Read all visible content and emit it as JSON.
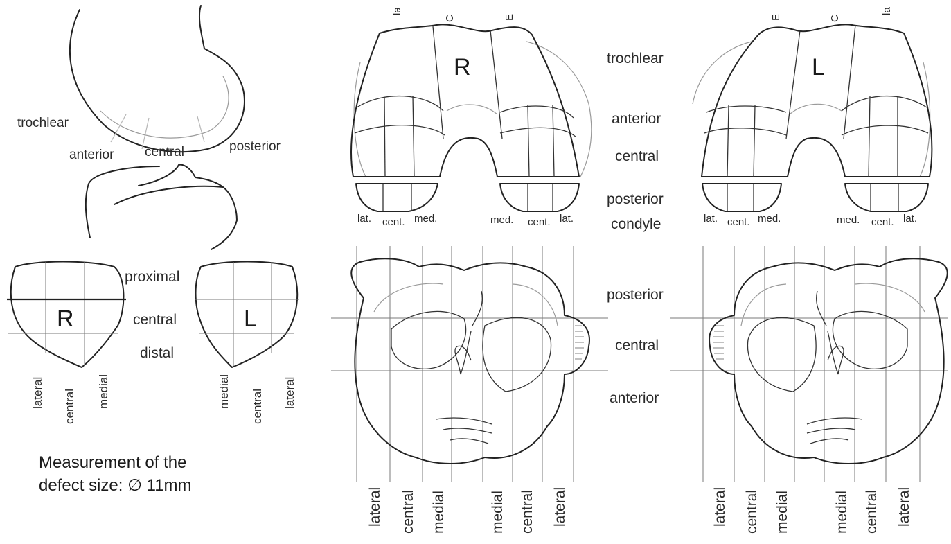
{
  "sagittal": {
    "trochlear": "trochlear",
    "anterior": "anterior",
    "central": "central",
    "posterior": "posterior"
  },
  "patella": {
    "right_letter": "R",
    "left_letter": "L",
    "proximal": "proximal",
    "central": "central",
    "distal": "distal",
    "right_cols": [
      "lateral",
      "central",
      "medial"
    ],
    "left_cols": [
      "medial",
      "central",
      "lateral"
    ]
  },
  "femur": {
    "right_letter": "R",
    "left_letter": "L",
    "right_top_ticks": [
      "la",
      "C",
      "E"
    ],
    "left_top_ticks": [
      "E",
      "C",
      "la"
    ],
    "rows": [
      "trochlear",
      "anterior",
      "central",
      "posterior",
      "condyle"
    ],
    "right_condyle_left": [
      "lat.",
      "cent.",
      "med."
    ],
    "right_condyle_right": [
      "med.",
      "cent.",
      "lat."
    ],
    "left_condyle_left": [
      "lat.",
      "cent.",
      "med."
    ],
    "left_condyle_right": [
      "med.",
      "cent.",
      "lat."
    ]
  },
  "tibia": {
    "rows": [
      "posterior",
      "central",
      "anterior"
    ],
    "right_cols": [
      "lateral",
      "central",
      "medial",
      "medial",
      "central",
      "lateral"
    ],
    "left_cols": [
      "lateral",
      "central",
      "medial",
      "medial",
      "central",
      "lateral"
    ]
  },
  "measurement": {
    "line1": "Measurement of the",
    "line2": "defect size: ∅ 11mm"
  }
}
